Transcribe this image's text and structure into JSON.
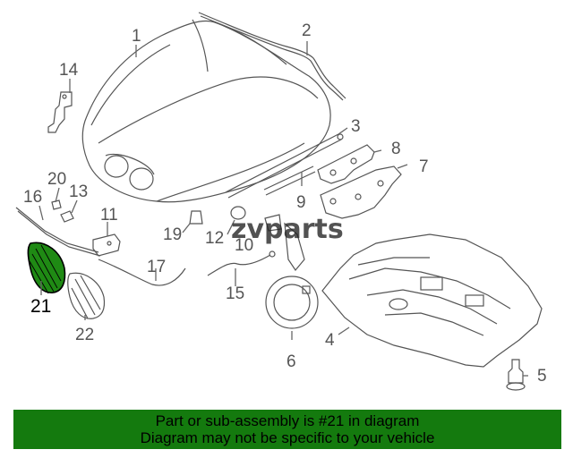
{
  "watermark": "zvparts",
  "callouts": {
    "c1": "1",
    "c2": "2",
    "c3": "3",
    "c4": "4",
    "c5": "5",
    "c6": "6",
    "c7": "7",
    "c8": "8",
    "c9": "9",
    "c10": "10",
    "c11": "11",
    "c12": "12",
    "c13": "13",
    "c14": "14",
    "c15": "15",
    "c16": "16",
    "c17": "17",
    "c19": "19",
    "c20": "20",
    "c21": "21",
    "c22": "22"
  },
  "highlight": {
    "part_number": "21",
    "color": "#147a0e"
  },
  "banner": {
    "line1": "Part or sub-assembly is #21 in diagram",
    "line2": "Diagram may not be specific to your vehicle"
  }
}
